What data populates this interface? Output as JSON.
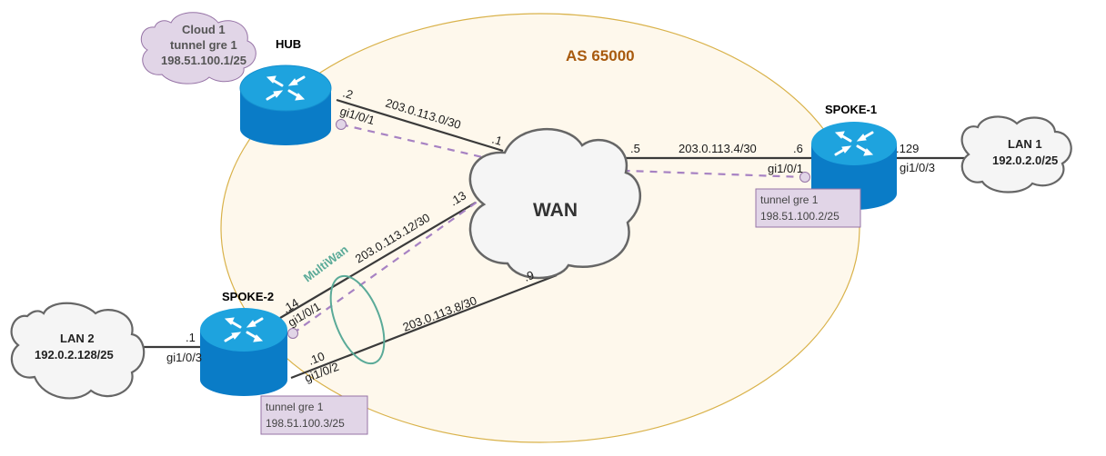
{
  "diagram": {
    "as_region": {
      "label": "AS 65000",
      "fill": "#fef8ec",
      "stroke": "#d9b24a"
    },
    "wan": {
      "label": "WAN"
    },
    "routers": {
      "hub": {
        "name": "HUB"
      },
      "spoke1": {
        "name": "SPOKE-1"
      },
      "spoke2": {
        "name": "SPOKE-2"
      }
    },
    "tunnel_cloud_hub": {
      "line1": "Cloud 1",
      "line2": "tunnel gre 1",
      "line3": "198.51.100.1/25"
    },
    "tunnel_spoke1": {
      "line1": "tunnel gre 1",
      "line2": "198.51.100.2/25"
    },
    "tunnel_spoke2": {
      "line1": "tunnel gre 1",
      "line2": "198.51.100.3/25"
    },
    "lan1": {
      "name": "LAN 1",
      "subnet": "192.0.2.0/25"
    },
    "lan2": {
      "name": "LAN 2",
      "subnet": "192.0.2.128/25"
    },
    "links": {
      "hub_wan": {
        "subnet": "203.0.113.0/30",
        "hub_ip": ".2",
        "wan_ip": ".1",
        "hub_if": "gi1/0/1"
      },
      "spoke1_wan": {
        "subnet": "203.0.113.4/30",
        "wan_ip": ".5",
        "spoke_ip": ".6",
        "spoke_if": "gi1/0/1"
      },
      "spoke1_lan": {
        "ip": ".129",
        "if": "gi1/0/3"
      },
      "spoke2_wan_a": {
        "subnet": "203.0.113.12/30",
        "wan_ip": ".13",
        "spoke_ip": ".14",
        "spoke_if": "gi1/0/1"
      },
      "spoke2_wan_b": {
        "subnet": "203.0.113.8/30",
        "wan_ip": ".9",
        "spoke_ip": ".10",
        "spoke_if": "gi1/0/2"
      },
      "spoke2_lan": {
        "ip": ".1",
        "if": "gi1/0/3"
      }
    },
    "multiwan": {
      "label": "MultiWan"
    },
    "colors": {
      "router_top": "#1ea3de",
      "router_body": "#0a7cc7",
      "tunnel": "#a782c3",
      "tunnel_fill": "#e1d5e7",
      "cloud_fill": "#f5f5f5",
      "cloud_stroke": "#666666",
      "link": "#3a3a3a",
      "multiwan": "#5aaa98"
    }
  }
}
